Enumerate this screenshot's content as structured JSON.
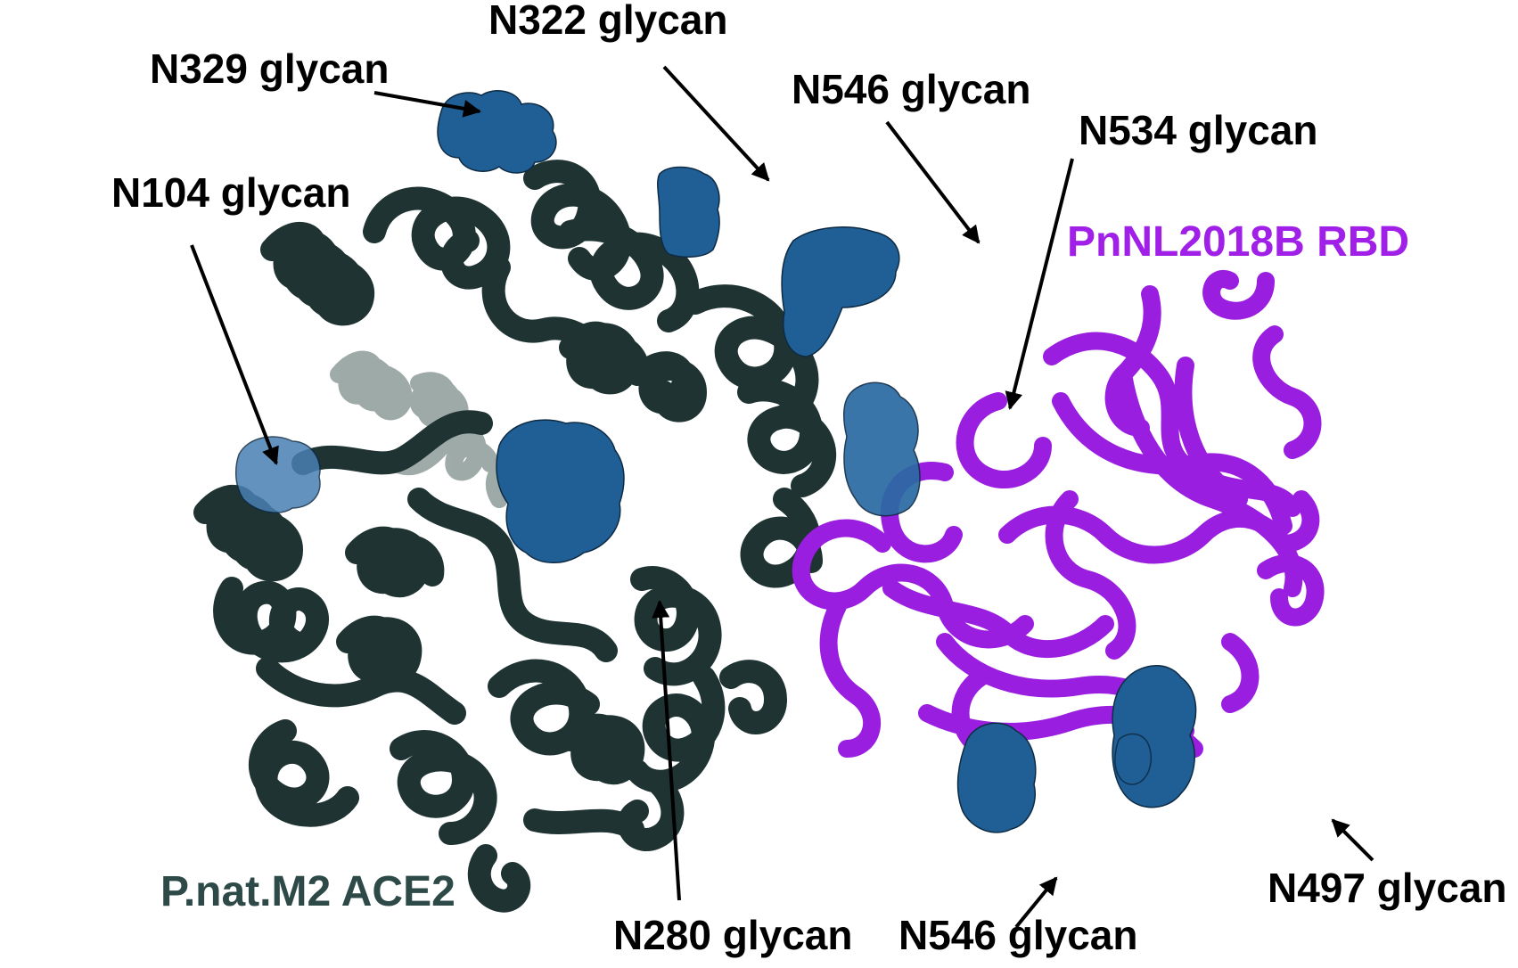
{
  "labels": {
    "n322": "N322 glycan",
    "n329": "N329 glycan",
    "n546_top": "N546 glycan",
    "n534": "N534 glycan",
    "n104": "N104 glycan",
    "rbd": "PnNL2018B RBD",
    "n280": "N280 glycan",
    "n546_bottom": "N546 glycan",
    "n497": "N497 glycan",
    "ace2": "P.nat.M2 ACE2"
  },
  "colors": {
    "ace2": "#2e4a48",
    "ace2_faded": "#8a9896",
    "rbd": "#a020e8",
    "rbd_dark": "#7a14b8",
    "glycan": "#1f5f96",
    "glycan_light": "#4a7fb3",
    "arrow": "#000000",
    "text": "#000000"
  }
}
